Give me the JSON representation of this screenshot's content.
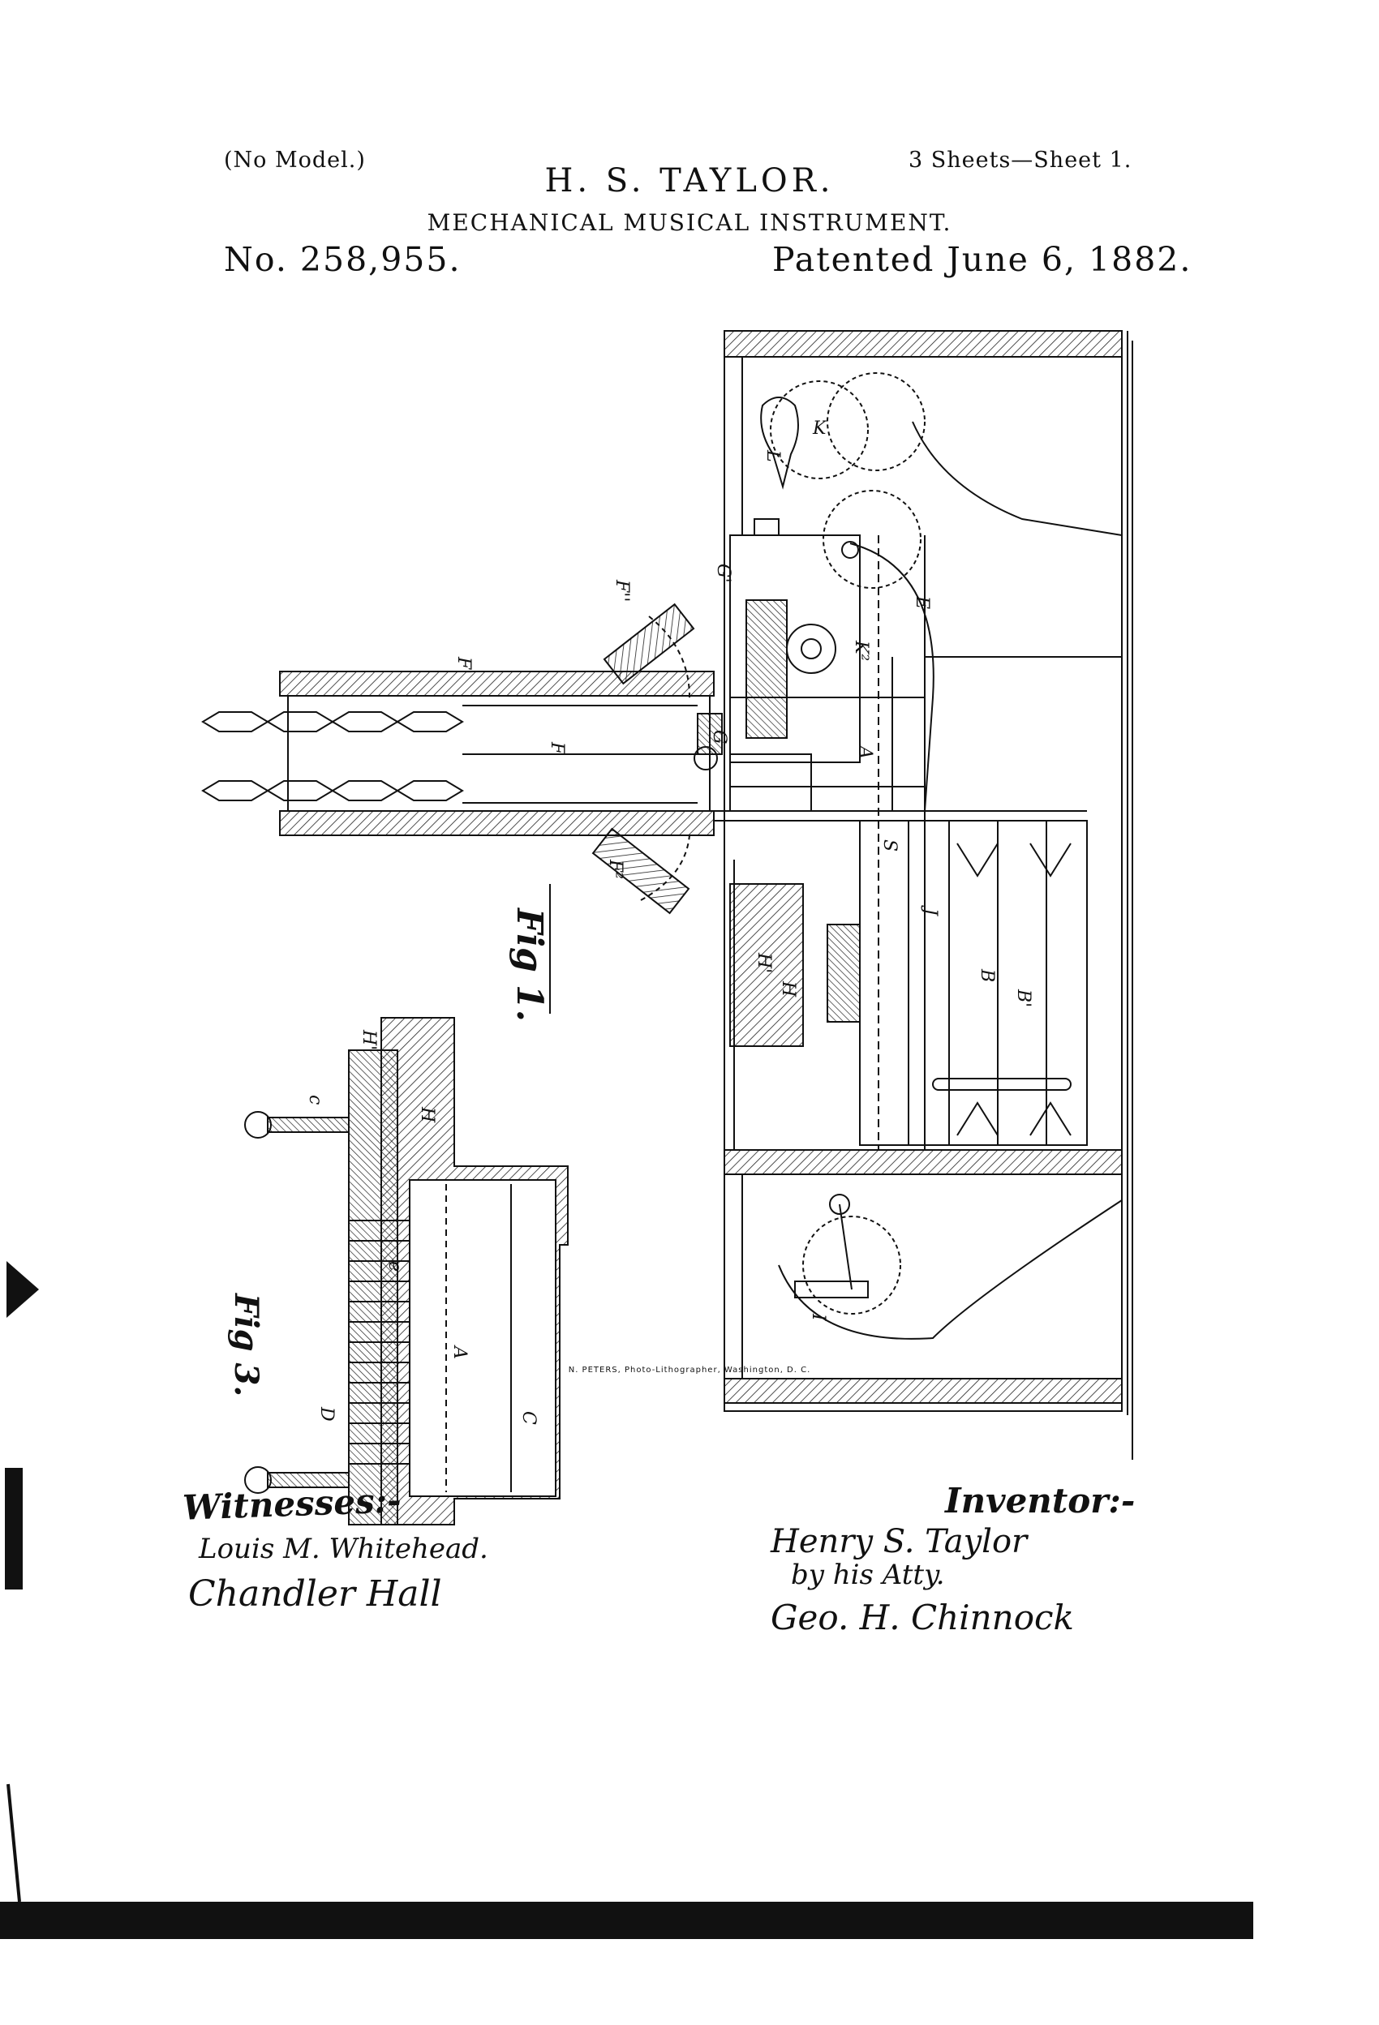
{
  "header": {
    "model_note": "(No Model.)",
    "sheets": "3 Sheets—Sheet 1.",
    "inventor": "H. S. TAYLOR.",
    "title": "MECHANICAL MUSICAL INSTRUMENT.",
    "patent_number": "No. 258,955.",
    "patent_date": "Patented June 6, 1882."
  },
  "figures": {
    "fig1_label": "Fig 1.",
    "fig3_label": "Fig 3."
  },
  "fig1_letters": [
    "L",
    "K",
    "F'",
    "F''",
    "F²",
    "G",
    "G'",
    "K²",
    "E",
    "F",
    "A",
    "S",
    "H'",
    "H",
    "B",
    "B'",
    "J",
    "I"
  ],
  "fig3_letters": [
    "H'",
    "c",
    "H",
    "A",
    "C",
    "D",
    "e"
  ],
  "signatures": {
    "witnesses_label": "Witnesses:-",
    "witness_1": "Louis M. Whitehead.",
    "witness_2": "Chandler Hall",
    "inventor_label": "Inventor:-",
    "inventor_signature": "Henry S. Taylor",
    "by_attorney": "by his Atty.",
    "attorney_signature": "Geo. H. Chinnock"
  },
  "footer": {
    "printer": "N. PETERS, Photo-Lithographer, Washington, D. C."
  }
}
